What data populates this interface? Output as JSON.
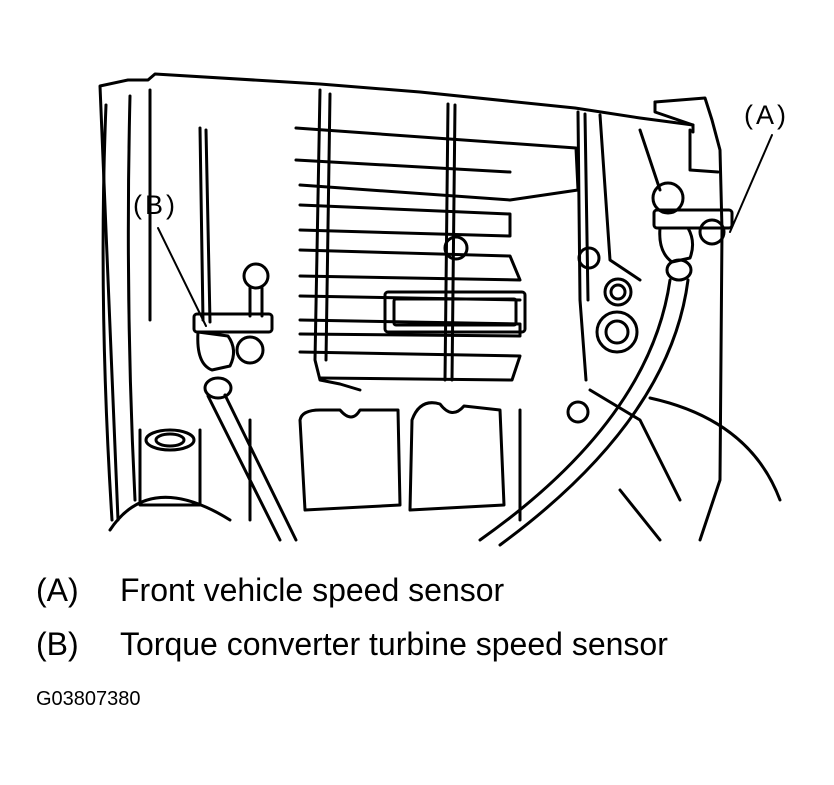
{
  "callouts": {
    "a": "(A)",
    "b": "(B)"
  },
  "legend": [
    {
      "key": "(A)",
      "text": "Front vehicle speed sensor"
    },
    {
      "key": "(B)",
      "text": "Torque converter turbine speed sensor"
    }
  ],
  "figure_id": "G03807380"
}
